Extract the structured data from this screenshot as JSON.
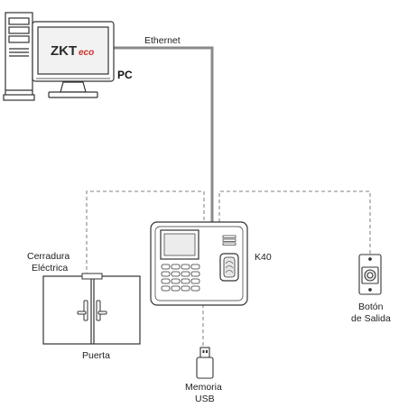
{
  "labels": {
    "pc": "PC",
    "ethernet": "Ethernet",
    "device": "K40",
    "lock_line1": "Cerradura",
    "lock_line2": "Eléctrica",
    "door": "Puerta",
    "exit_line1": "Botón",
    "exit_line2": "de Salida",
    "usb_line1": "Memoria",
    "usb_line2": "USB"
  },
  "logo": {
    "prefix": "ZKT",
    "suffix": "eco",
    "color": "#d0312d"
  },
  "colors": {
    "solid_line": "#8a8a8a",
    "dashed_line": "#9a9a9a",
    "outline": "#333333"
  }
}
